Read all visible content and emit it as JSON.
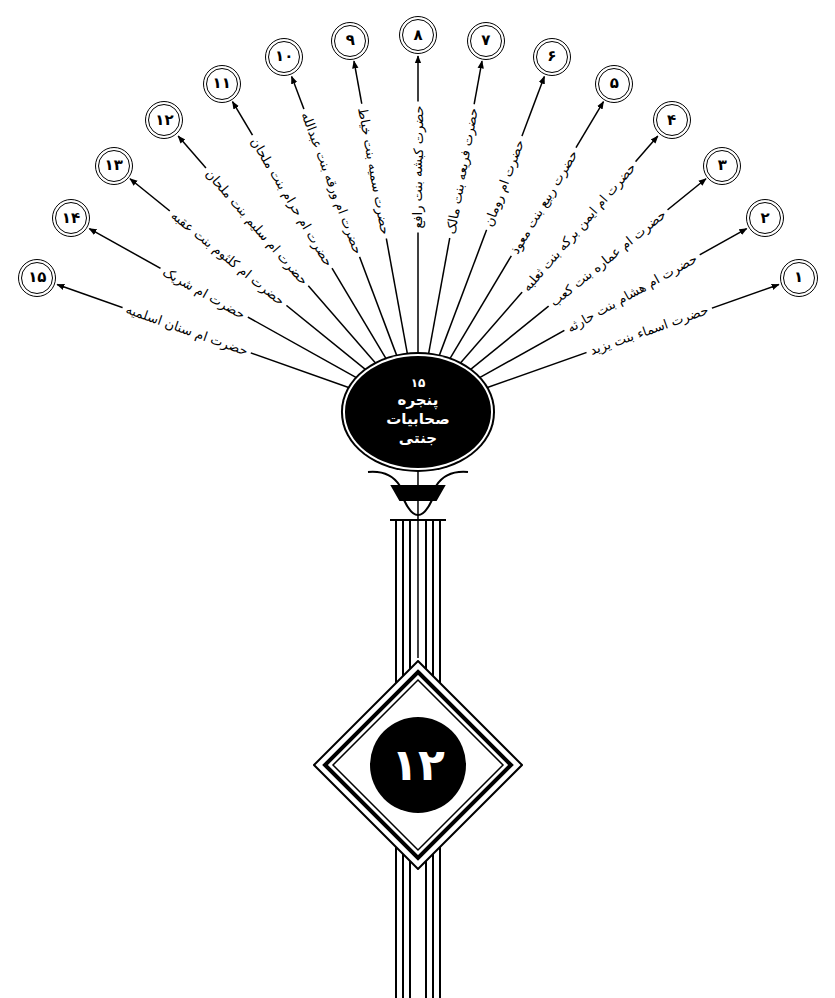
{
  "diagram": {
    "nodes": [
      {
        "text": [
          "۱۵",
          "پنجره صحابیات جنتی"
        ]
      },
      {
        "text": [
          "۱"
        ]
      },
      {
        "text": [
          "۲"
        ]
      },
      {
        "text": [
          "۳"
        ]
      },
      {
        "text": [
          "۴"
        ]
      },
      {
        "text": [
          "۵"
        ]
      },
      {
        "text": [
          "۶"
        ]
      },
      {
        "text": [
          "۷"
        ]
      },
      {
        "text": [
          "۸"
        ]
      },
      {
        "text": [
          "۹"
        ]
      },
      {
        "text": [
          "۱۰"
        ]
      },
      {
        "text": [
          "۱۱"
        ]
      },
      {
        "text": [
          "۱۲"
        ]
      },
      {
        "text": [
          "۱۳"
        ]
      },
      {
        "text": [
          "۱۴"
        ]
      },
      {
        "text": [
          "۱۵"
        ]
      },
      {
        "text": [
          "۱۲"
        ]
      }
    ],
    "edges": [
      {
        "from": 0,
        "to": 1,
        "arrow": "to",
        "label": "حضرت اسماء بنت یزید"
      },
      {
        "from": 0,
        "to": 2,
        "arrow": "to",
        "label": "حضرت ام هشام بنت حارثه"
      },
      {
        "from": 0,
        "to": 3,
        "arrow": "to",
        "label": "حضرت ام عماره بنت کعب"
      },
      {
        "from": 0,
        "to": 4,
        "arrow": "to",
        "label": "حضرت ام ایمن برکه بنت ثعلبه"
      },
      {
        "from": 0,
        "to": 5,
        "arrow": "to",
        "label": "حضرت ربیع بنت معوذ"
      },
      {
        "from": 0,
        "to": 6,
        "arrow": "to",
        "label": "حضرت ام رومان"
      },
      {
        "from": 0,
        "to": 7,
        "arrow": "to",
        "label": "حضرت فریعه بنت مالک"
      },
      {
        "from": 0,
        "to": 8,
        "arrow": "to",
        "label": "حضرت کبشه بنت رافع"
      },
      {
        "from": 0,
        "to": 9,
        "arrow": "to",
        "label": "حضرت سمیه بنت خیاط"
      },
      {
        "from": 0,
        "to": 10,
        "arrow": "to",
        "label": "حضرت ام ورقه بنت عبدالله"
      },
      {
        "from": 0,
        "to": 11,
        "arrow": "to",
        "label": "حضرت ام حرام بنت ملحان"
      },
      {
        "from": 0,
        "to": 12,
        "arrow": "to",
        "label": "حضرت ام سلیم بنت ملحان"
      },
      {
        "from": 0,
        "to": 13,
        "arrow": "to",
        "label": "حضرت ام کلثوم بنت عقبه"
      },
      {
        "from": 0,
        "to": 14,
        "arrow": "to",
        "label": "حضرت ام شریک"
      },
      {
        "from": 0,
        "to": 15,
        "arrow": "to",
        "label": "حضرت ام سنان اسلمیه"
      },
      {
        "from": 0,
        "to": 16,
        "arrow": "none"
      }
    ]
  }
}
